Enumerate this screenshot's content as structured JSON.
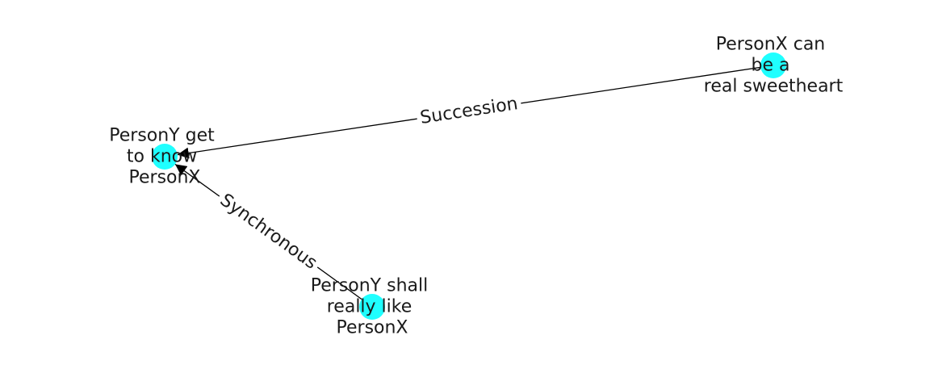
{
  "colors": {
    "node_fill": "#1fffff",
    "edge": "#000000",
    "text": "#1a1a1a",
    "background": "#ffffff"
  },
  "nodes": [
    {
      "id": "n1",
      "lines": [
        "PersonX can",
        "be a",
        "real sweetheart"
      ]
    },
    {
      "id": "n2",
      "lines": [
        "PersonY get",
        "to know",
        "PersonX"
      ]
    },
    {
      "id": "n3",
      "lines": [
        "PersonY shall",
        "really like",
        "PersonX"
      ]
    }
  ],
  "edges": [
    {
      "from": "n1",
      "to": "n2",
      "label": "Succession"
    },
    {
      "from": "n3",
      "to": "n2",
      "label": "Synchronous"
    }
  ]
}
